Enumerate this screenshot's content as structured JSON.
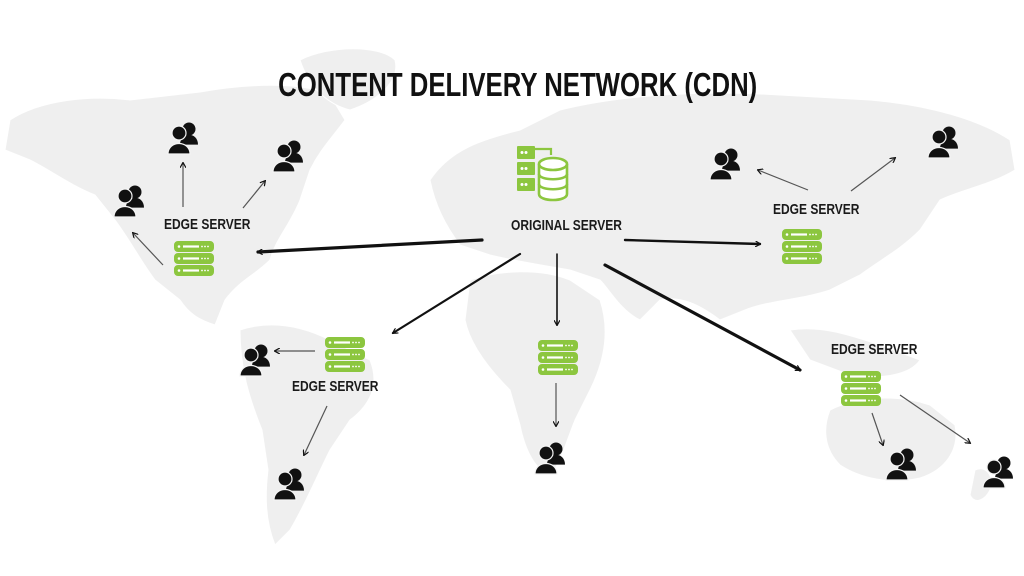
{
  "title": "CONTENT DELIVERY NETWORK (CDN)",
  "colors": {
    "server_green": "#8cc63f",
    "map_gray": "#efefef",
    "border_white": "#ffffff",
    "arrow": "#111111",
    "user_icon": "#111111",
    "text": "#111111"
  },
  "origin": {
    "label": "ORIGINAL SERVER",
    "icon": "server-database-icon"
  },
  "edge_servers": [
    {
      "id": "north-america",
      "label": "EDGE SERVER",
      "icon": "server-rack-icon",
      "user_groups": 3
    },
    {
      "id": "south-america",
      "label": "EDGE SERVER",
      "icon": "server-rack-icon",
      "user_groups": 2
    },
    {
      "id": "africa",
      "label": "",
      "icon": "server-rack-icon",
      "user_groups": 1
    },
    {
      "id": "asia",
      "label": "EDGE SERVER",
      "icon": "server-rack-icon",
      "user_groups": 2
    },
    {
      "id": "oceania",
      "label": "EDGE SERVER",
      "icon": "server-rack-icon",
      "user_groups": 2
    }
  ],
  "user_icon": "users-group-icon"
}
